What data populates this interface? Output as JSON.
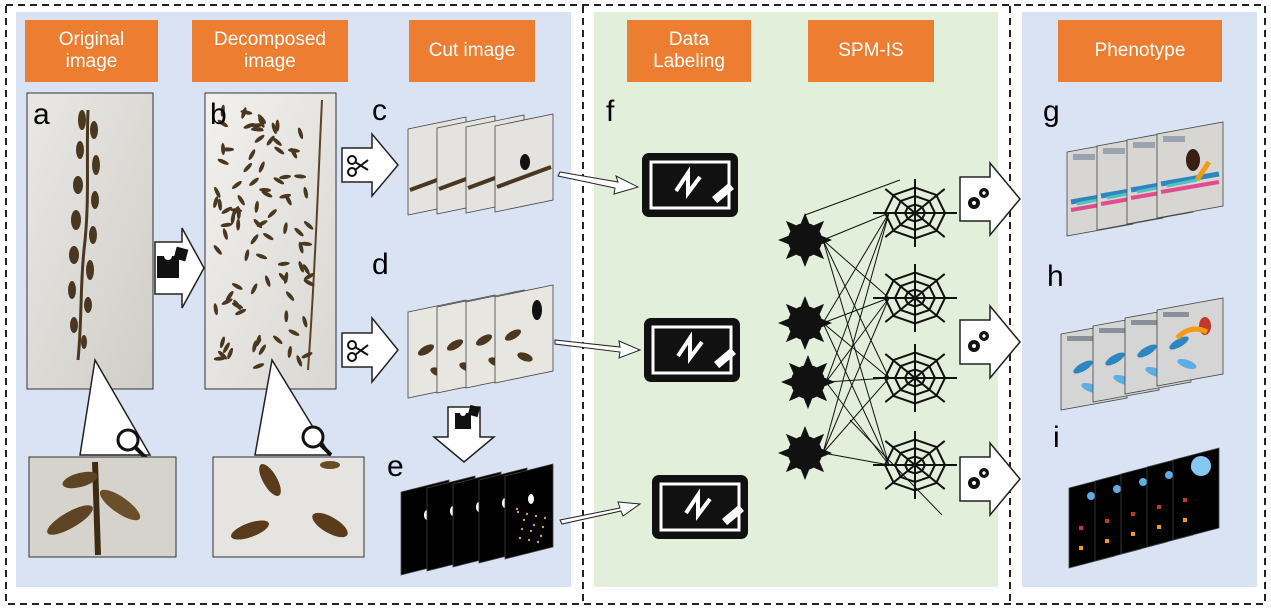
{
  "sections": {
    "acquisition": {
      "headers": [
        "Original\nimage",
        "Decomposed\nimage",
        "Cut image"
      ]
    },
    "modeling": {
      "headers": [
        "Data\nLabeling",
        "SPM-IS"
      ]
    },
    "output": {
      "headers": [
        "Phenotype"
      ]
    }
  },
  "panel_letters": [
    "a",
    "b",
    "c",
    "d",
    "e",
    "f",
    "g",
    "h",
    "i"
  ],
  "icons": {
    "decompose": "puzzle-icon",
    "cut": "scissors-icon",
    "zoom": "magnifier-icon",
    "label": "pen-tablet-icon",
    "network_input": "sun-node-icon",
    "network_output": "spider-web-icon",
    "process": "gears-icon"
  },
  "colors": {
    "panel_blue": "#DAE3F3",
    "panel_green": "#E2EFDA",
    "header_orange": "#ED7D31",
    "seg_red": "#C0392B",
    "seg_blue": "#2E86C1",
    "seg_orange": "#F39C12",
    "seg_cyan": "#5DADE2"
  }
}
